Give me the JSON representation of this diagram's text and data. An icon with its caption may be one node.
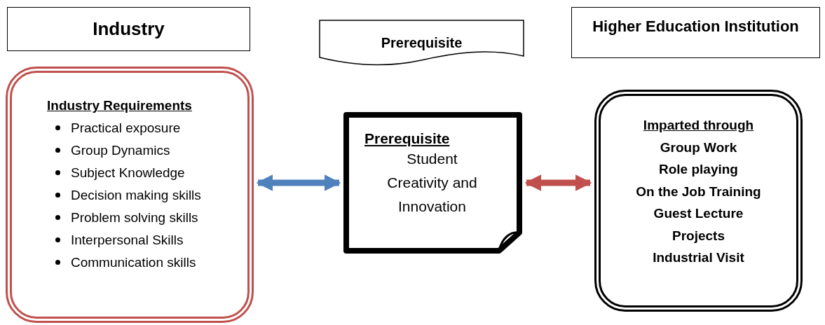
{
  "diagram": {
    "nodes": [
      {
        "text": [
          "Industry"
        ]
      },
      {
        "text": [
          "Prerequisite"
        ]
      },
      {
        "text": [
          "Higher Education Institution"
        ]
      },
      {
        "text": [
          "Industry Requirements",
          "Practical exposure",
          "Group Dynamics",
          "Subject Knowledge",
          "Decision making skills",
          "Problem solving skills",
          "Interpersonal Skills",
          "Communication skills"
        ]
      },
      {
        "text": [
          "Prerequisite",
          "Student Creativity and Innovation"
        ]
      },
      {
        "text": [
          "Imparted through",
          "Group Work",
          "Role playing",
          "On the Job Training",
          "Guest Lecture",
          "Projects",
          "Industrial Visit"
        ]
      }
    ],
    "edges": [
      {
        "from": 3,
        "to": 4,
        "arrow": "both",
        "color": "#4f81bd"
      },
      {
        "from": 4,
        "to": 5,
        "arrow": "both",
        "color": "#c0504d"
      }
    ]
  }
}
